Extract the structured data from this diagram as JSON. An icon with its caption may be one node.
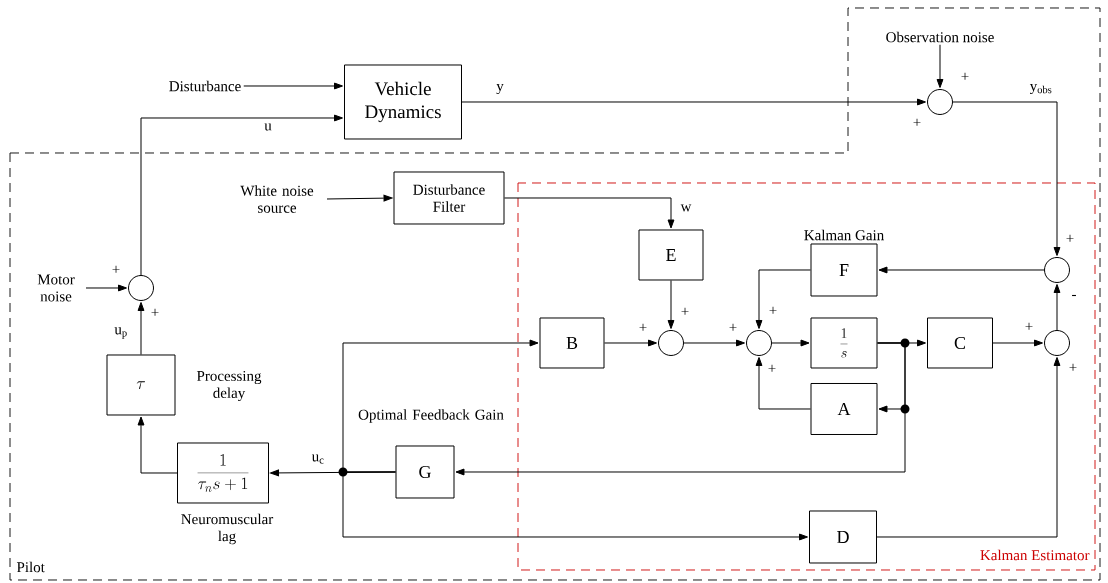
{
  "diagram": {
    "nodes": [
      {
        "text": [
          "Pilot"
        ]
      },
      {
        "text": [
          "Kalman Estimator"
        ],
        "in": 0
      },
      {
        "text": [
          "Disturbance"
        ]
      },
      {
        "text": [
          "Vehicle Dynamics"
        ]
      },
      {
        "text": [
          "Observation noise"
        ],
        "in": 0
      },
      {
        "text": [],
        "shape": "circle",
        "in": 0,
        "beside": [
          "+",
          "+"
        ]
      },
      {
        "text": [
          "White noise source"
        ],
        "in": 0
      },
      {
        "text": [
          "Disturbance Filter"
        ],
        "in": 0
      },
      {
        "text": [
          "Motor noise"
        ],
        "in": 0
      },
      {
        "text": [],
        "shape": "circle",
        "in": 0,
        "beside": [
          "+",
          "+"
        ]
      },
      {
        "text": [
          "\\tau"
        ],
        "in": 0,
        "beside": [
          "Processing delay"
        ]
      },
      {
        "text": [
          "\\frac{1}{\\tau_{n} s+1}"
        ],
        "in": 0,
        "beside": [
          "Neuromuscular lag"
        ]
      },
      {
        "text": [
          "G"
        ],
        "in": 0,
        "beside": [
          "Optimal Feedback Gain"
        ]
      },
      {
        "text": [
          "E"
        ],
        "in": 1
      },
      {
        "text": [
          "B"
        ],
        "in": 1
      },
      {
        "text": [],
        "shape": "circle",
        "in": 1,
        "beside": [
          "+",
          "+"
        ]
      },
      {
        "text": [
          "F"
        ],
        "in": 1,
        "beside": [
          "Kalman Gain"
        ]
      },
      {
        "text": [],
        "shape": "circle",
        "in": 1,
        "beside": [
          "+",
          "+",
          "+"
        ]
      },
      {
        "text": [
          "\\frac{1}{s}"
        ],
        "in": 1
      },
      {
        "text": [
          "A"
        ],
        "in": 1
      },
      {
        "text": [
          "C"
        ],
        "in": 1
      },
      {
        "text": [],
        "shape": "circle",
        "in": 1,
        "beside": [
          "+",
          "+"
        ]
      },
      {
        "text": [],
        "shape": "circle",
        "in": 1,
        "beside": [
          "+",
          "-"
        ]
      },
      {
        "text": [
          "D"
        ],
        "in": 1
      }
    ],
    "edges": [
      {
        "from": 2,
        "to": 3,
        "arrow": "to"
      },
      {
        "from": 9,
        "to": 3,
        "arrow": "to",
        "label": "u"
      },
      {
        "from": 3,
        "to": 5,
        "arrow": "to",
        "label": "y"
      },
      {
        "from": 4,
        "to": 5,
        "arrow": "to"
      },
      {
        "from": 5,
        "to": 22,
        "arrow": "to",
        "label": "y$_{obs}$"
      },
      {
        "from": 6,
        "to": 7,
        "arrow": "to"
      },
      {
        "from": 7,
        "to": 13,
        "arrow": "to",
        "label": "w"
      },
      {
        "from": 8,
        "to": 9,
        "arrow": "to"
      },
      {
        "from": 10,
        "to": 9,
        "arrow": "to",
        "label": "u$_{p}$"
      },
      {
        "from": 11,
        "to": 10,
        "arrow": "to"
      },
      {
        "from": 12,
        "to": 11,
        "arrow": "to",
        "label": "u$_{c}$"
      },
      {
        "from": 12,
        "to": 14,
        "arrow": "to"
      },
      {
        "from": 12,
        "to": 23,
        "arrow": "to"
      },
      {
        "from": 13,
        "to": 15,
        "arrow": "to"
      },
      {
        "from": 14,
        "to": 15,
        "arrow": "to"
      },
      {
        "from": 15,
        "to": 17,
        "arrow": "to"
      },
      {
        "from": 16,
        "to": 17,
        "arrow": "to"
      },
      {
        "from": 19,
        "to": 17,
        "arrow": "to"
      },
      {
        "from": 17,
        "to": 18,
        "arrow": "to"
      },
      {
        "from": 18,
        "to": 20,
        "arrow": "to"
      },
      {
        "from": 18,
        "to": 19,
        "arrow": "to"
      },
      {
        "from": 18,
        "to": 12,
        "arrow": "to"
      },
      {
        "from": 20,
        "to": 21,
        "arrow": "to"
      },
      {
        "from": 23,
        "to": 21,
        "arrow": "to"
      },
      {
        "from": 21,
        "to": 22,
        "arrow": "to"
      },
      {
        "from": 22,
        "to": 16,
        "arrow": "to"
      }
    ]
  }
}
